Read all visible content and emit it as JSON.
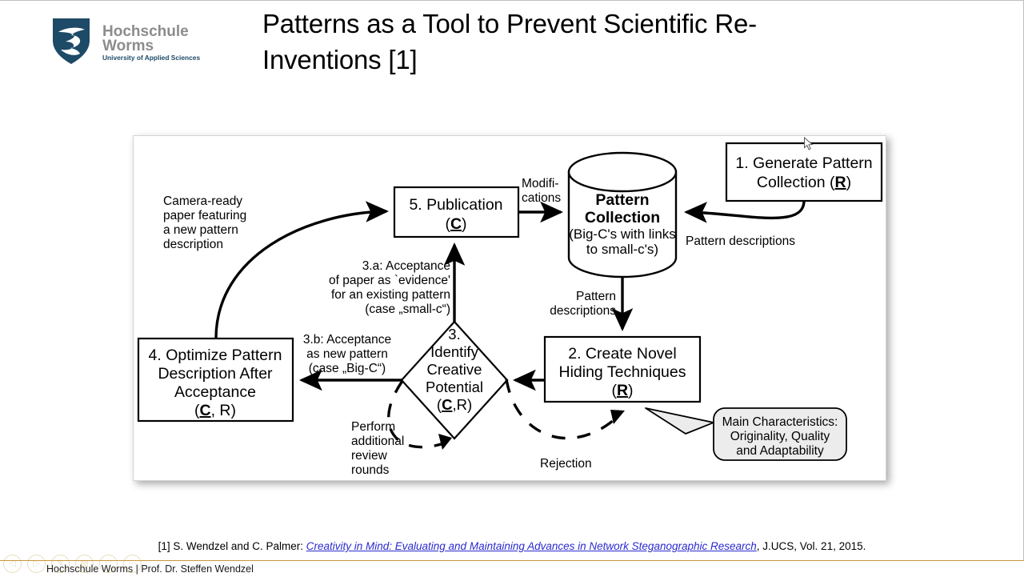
{
  "header": {
    "title": "Patterns as a Tool to Prevent Scientific Re-Inventions [1]",
    "title_line1": "Patterns as a Tool to Prevent Scientific Re-",
    "title_line2": "Inventions [1]",
    "logo": {
      "name": "hochschule-worms-logo",
      "line1": "Hochschule",
      "line2": "Worms",
      "tagline": "University of Applied Sciences",
      "shield_color": "#1d4a67",
      "word_color": "#8c8c8c",
      "tagline_color": "#1d4a67"
    }
  },
  "diagram": {
    "nodes": {
      "generate": {
        "line1": "1. Generate Pattern",
        "line2_pre": "Collection (",
        "line2_bold": "R",
        "line2_post": ")"
      },
      "collection": {
        "line1": "Pattern",
        "line2": "Collection",
        "line3": "(Big-C's with links",
        "line4": "to small-c's)"
      },
      "create": {
        "line1": "2. Create Novel",
        "line2": "Hiding Techniques",
        "line3_pre": "(",
        "line3_bold": "R",
        "line3_post": ")"
      },
      "identify": {
        "line1": "3.",
        "line2": "Identify",
        "line3": "Creative",
        "line4": "Potential",
        "line5_pre": "(",
        "line5_bold": "C",
        "line5_post": ",R)"
      },
      "optimize": {
        "line1": "4. Optimize Pattern",
        "line2": "Description After",
        "line3": "Acceptance",
        "line4_pre": "(",
        "line4_bold": "C",
        "line4_post": ", R)"
      },
      "publication": {
        "line1": "5. Publication",
        "line2_pre": "(",
        "line2_bold": "C",
        "line2_post": ")"
      },
      "callout": {
        "line1": "Main Characteristics:",
        "line2": "Originality, Quality",
        "line3": "and Adaptability",
        "fill": "#ececec"
      }
    },
    "edge_labels": {
      "camera_ready": [
        "Camera-ready",
        "paper featuring",
        "a new pattern",
        "description"
      ],
      "modifications": [
        "Modifi-",
        "cations"
      ],
      "pattern_descriptions_right": "Pattern descriptions",
      "pattern_descriptions_down": [
        "Pattern",
        "descriptions"
      ],
      "acceptance_3a": [
        "3.a: Acceptance",
        "of paper as `evidence'",
        "for an existing pattern",
        "(case „small-c“)"
      ],
      "acceptance_3b": [
        "3.b: Acceptance",
        "as new pattern",
        "(case „Big-C“)"
      ],
      "perform_rounds": [
        "Perform",
        "additional",
        "review",
        "rounds"
      ],
      "rejection": "Rejection"
    }
  },
  "citation": {
    "prefix": "[1] S. Wendzel and C. Palmer: ",
    "link": "Creativity in Mind: Evaluating and Maintaining Advances in Network Steganographic Research",
    "suffix": ", J.UCS, Vol. 21, 2015."
  },
  "footer": {
    "text": "Hochschule Worms | Prof. Dr. Steffen Wendzel",
    "rule_color": "#c9963c"
  },
  "presenter_toolbar": {
    "buttons": [
      {
        "name": "previous-slide-button",
        "glyph": "◁"
      },
      {
        "name": "next-slide-button",
        "glyph": "▷"
      },
      {
        "name": "pen-tool-button",
        "glyph": "✎"
      },
      {
        "name": "highlighter-tool-button",
        "glyph": "▤"
      },
      {
        "name": "eraser-tool-button",
        "glyph": "□"
      },
      {
        "name": "more-options-button",
        "glyph": "⋯"
      }
    ]
  }
}
